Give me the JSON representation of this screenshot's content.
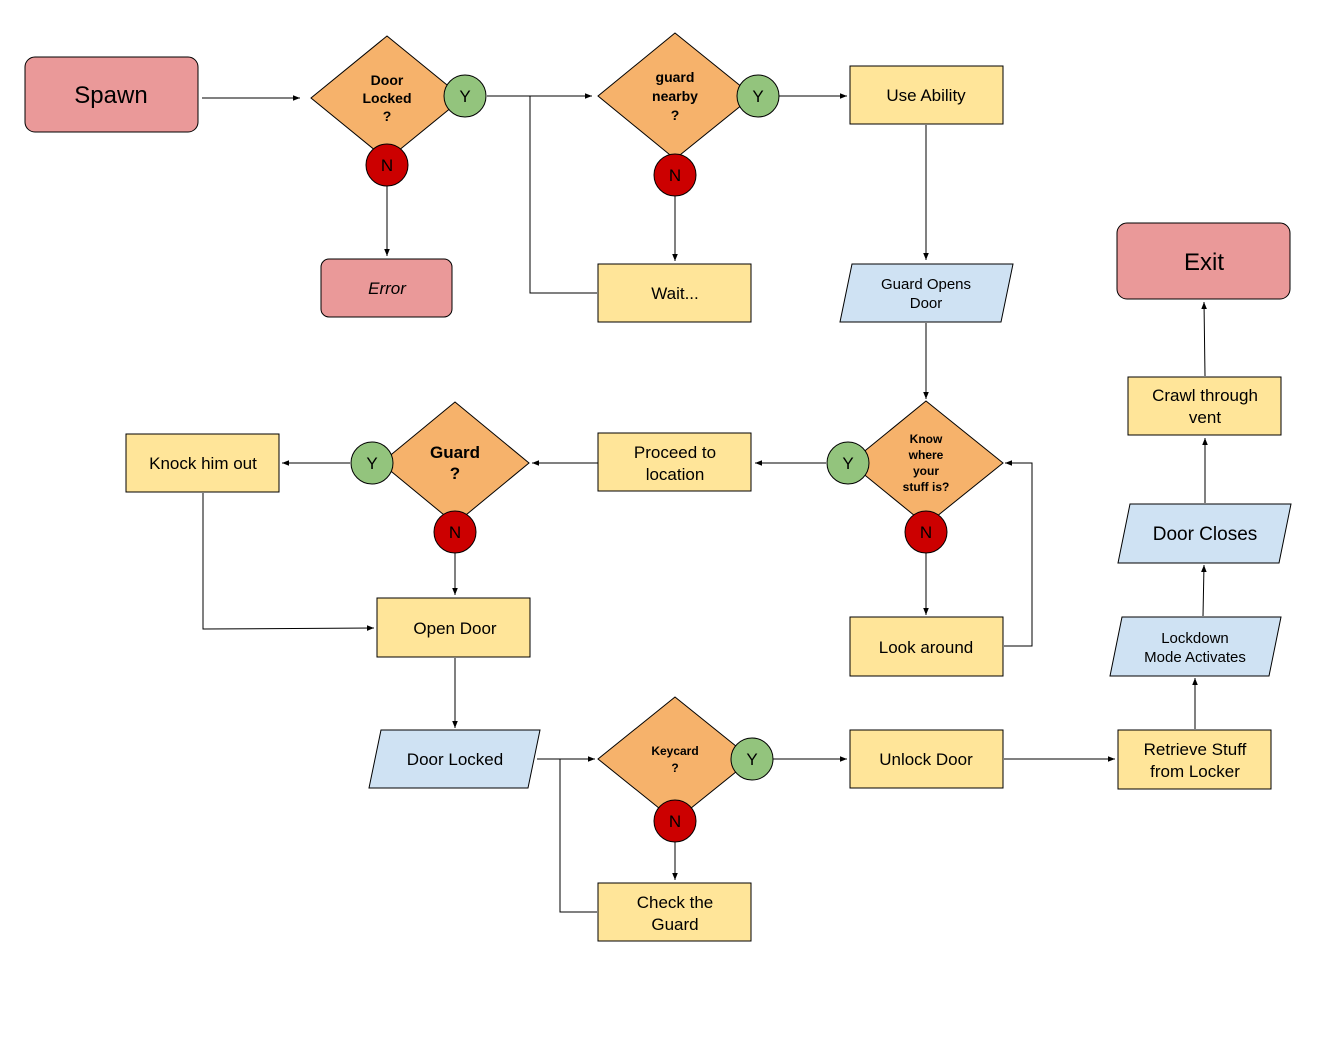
{
  "colors": {
    "terminal": "#EA9999",
    "process": "#FFE599",
    "decision": "#F6B26B",
    "io": "#CFE2F3",
    "yes": "#93C47D",
    "no": "#CC0000",
    "stroke": "#000000"
  },
  "nodes": {
    "spawn": "Spawn",
    "door_locked_q": [
      "Door",
      "Locked",
      "?"
    ],
    "error": "Error",
    "guard_nearby_q": [
      "guard",
      "nearby",
      "?"
    ],
    "use_ability": "Use Ability",
    "wait": "Wait...",
    "guard_opens_door": [
      "Guard Opens",
      "Door"
    ],
    "know_where_q": [
      "Know",
      "where",
      "your",
      "stuff is?"
    ],
    "look_around": "Look around",
    "proceed_to_location": [
      "Proceed to",
      "location"
    ],
    "guard_q": [
      "Guard",
      "?"
    ],
    "knock_him_out": "Knock him out",
    "open_door": "Open Door",
    "door_locked_io": "Door Locked",
    "keycard_q": [
      "Keycard",
      "?"
    ],
    "check_the_guard": [
      "Check the",
      "Guard"
    ],
    "unlock_door": "Unlock Door",
    "retrieve_stuff": [
      "Retrieve Stuff",
      "from Locker"
    ],
    "lockdown_mode": [
      "Lockdown",
      "Mode Activates"
    ],
    "door_closes": "Door Closes",
    "crawl_through_vent": [
      "Crawl through",
      "vent"
    ],
    "exit": "Exit"
  },
  "badges": {
    "yes": "Y",
    "no": "N"
  }
}
